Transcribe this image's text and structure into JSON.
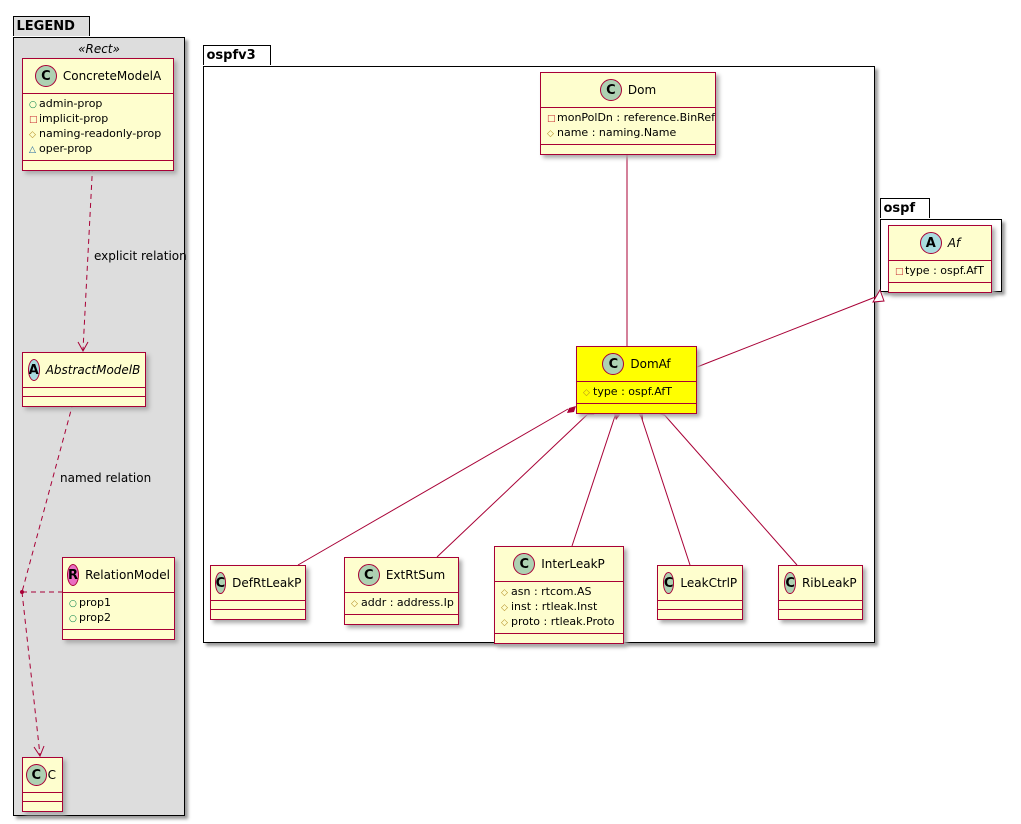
{
  "legend": {
    "title": "LEGEND",
    "stereotype": "«Rect»",
    "concrete": {
      "name": "ConcreteModelA",
      "icon": "C",
      "attrs": [
        {
          "v": "○",
          "t": "admin-prop",
          "c": "#038048"
        },
        {
          "v": "□",
          "t": "implicit-prop",
          "c": "#c82930"
        },
        {
          "v": "◇",
          "t": "naming-readonly-prop",
          "c": "#b38d22"
        },
        {
          "v": "△",
          "t": "oper-prop",
          "c": "#1963a0"
        }
      ]
    },
    "abstract": {
      "name": "AbstractModelB",
      "icon": "A"
    },
    "relation": {
      "name": "RelationModel",
      "icon": "R",
      "attrs": [
        "prop1",
        "prop2"
      ]
    },
    "c": {
      "name": "C",
      "icon": "C"
    },
    "explicit_label": "explicit relation",
    "named_label": "named relation"
  },
  "ospfv3": {
    "title": "ospfv3",
    "dom": {
      "name": "Dom",
      "icon": "C",
      "attrs": [
        "monPolDn : reference.BinRef",
        "name : naming.Name"
      ]
    },
    "domaf": {
      "name": "DomAf",
      "icon": "C",
      "attrs": [
        "type : ospf.AfT"
      ],
      "color": "#ffff00"
    },
    "defrt": {
      "name": "DefRtLeakP",
      "icon": "C"
    },
    "extrt": {
      "name": "ExtRtSum",
      "icon": "C",
      "attrs": [
        "addr : address.Ip"
      ]
    },
    "inter": {
      "name": "InterLeakP",
      "icon": "C",
      "attrs": [
        "asn : rtcom.AS",
        "inst : rtleak.Inst",
        "proto : rtleak.Proto"
      ]
    },
    "leakctrl": {
      "name": "LeakCtrlP",
      "icon": "C"
    },
    "rib": {
      "name": "RibLeakP",
      "icon": "C"
    }
  },
  "ospf": {
    "title": "ospf",
    "af": {
      "name": "Af",
      "icon": "A",
      "attrs": [
        "type : ospf.AfT"
      ]
    }
  }
}
